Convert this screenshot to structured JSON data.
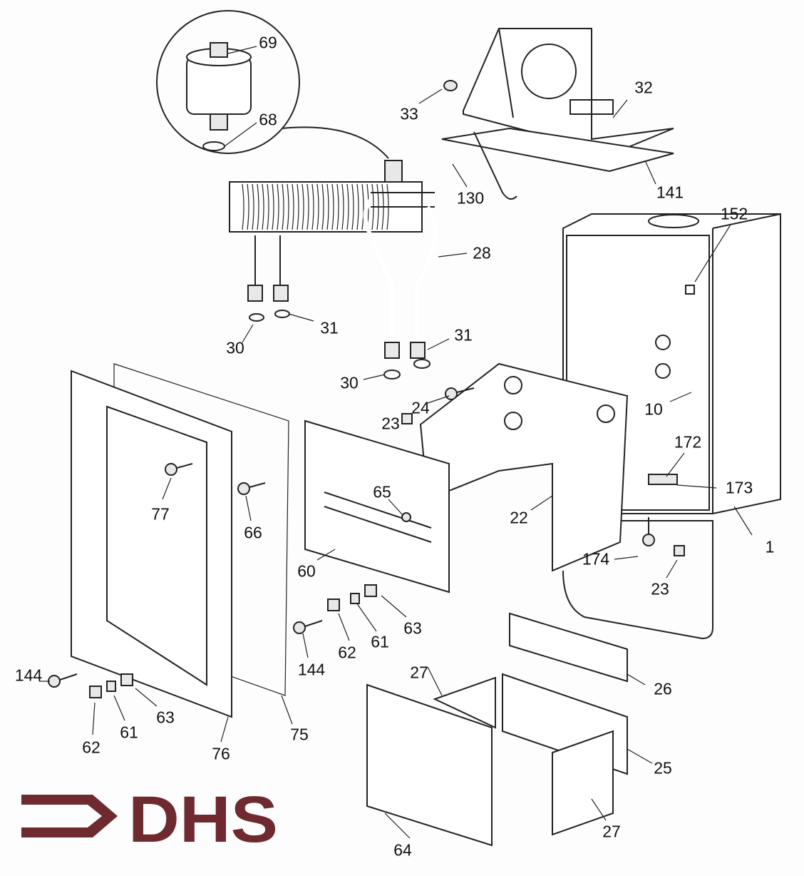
{
  "logo": {
    "text": "DHS",
    "color": "#6e2a2f"
  },
  "labels": {
    "l69": "69",
    "l68": "68",
    "l33": "33",
    "l32": "32",
    "l130": "130",
    "l141": "141",
    "l152": "152",
    "l28": "28",
    "l31a": "31",
    "l30a": "30",
    "l31b": "31",
    "l30b": "30",
    "l24": "24",
    "l23a": "23",
    "l10": "10",
    "l172": "172",
    "l173": "173",
    "l65": "65",
    "l77": "77",
    "l66": "66",
    "l22": "22",
    "l1": "1",
    "l174": "174",
    "l23b": "23",
    "l60": "60",
    "l63a": "63",
    "l61a": "61",
    "l62a": "62",
    "l144a": "144",
    "l27a": "27",
    "l26": "26",
    "l144b": "144",
    "l63b": "63",
    "l61b": "61",
    "l62b": "62",
    "l76": "76",
    "l75": "75",
    "l25": "25",
    "l27b": "27",
    "l64": "64"
  }
}
